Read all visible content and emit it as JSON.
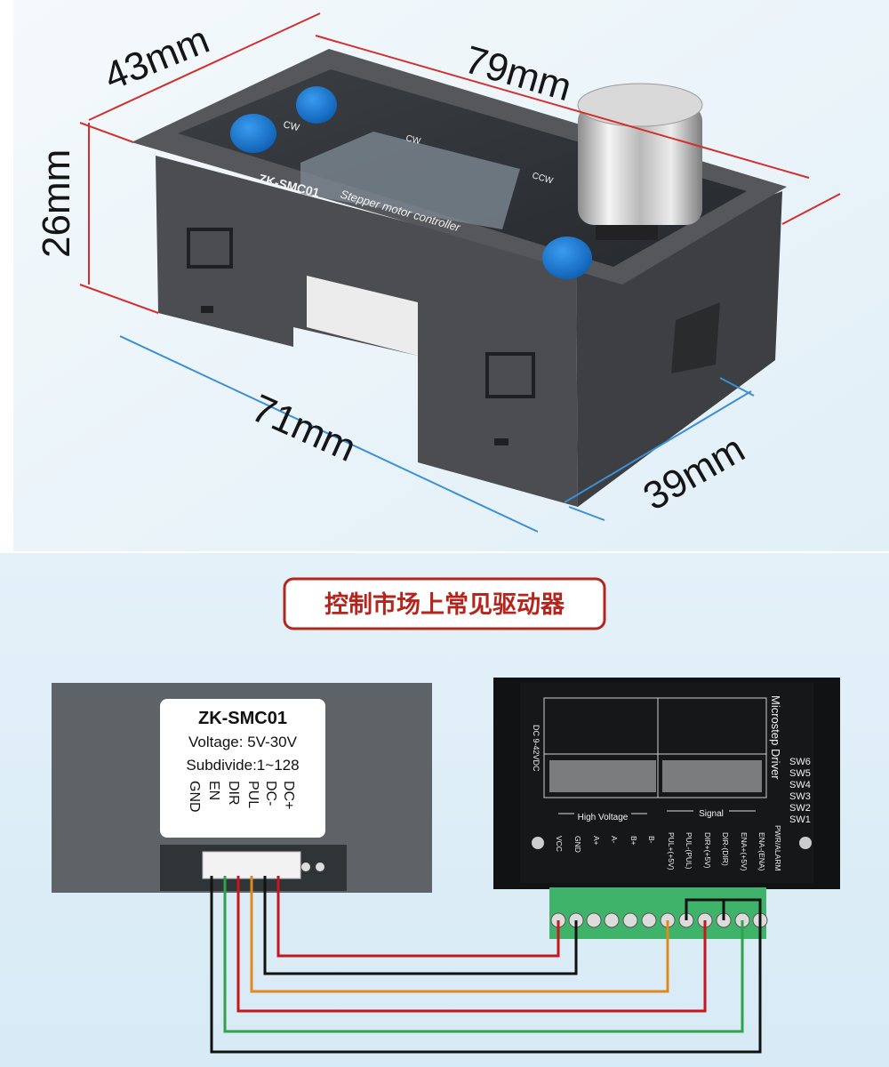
{
  "dimensions": {
    "width_top": "79mm",
    "depth_top": "43mm",
    "height": "26mm",
    "width_bottom": "71mm",
    "depth_bottom": "39mm"
  },
  "device_top": {
    "model": "ZK-SMC01",
    "subtitle": "Stepper motor controller",
    "cw_label": "CW",
    "ccw_label": "CCW"
  },
  "banner": {
    "text": "控制市场上常见驱动器",
    "color": "#b3261e"
  },
  "controller_label": {
    "model": "ZK-SMC01",
    "voltage": "Voltage: 5V-30V",
    "subdivide": "Subdivide:1~128",
    "pins": [
      "DC+",
      "DC-",
      "PUL",
      "DIR",
      "EN",
      "GND"
    ]
  },
  "driver": {
    "title": "Microstep Driver",
    "voltage": "DC 9-42VDC",
    "high_voltage_label": "High Voltage",
    "signal_label": "Signal",
    "switches": [
      "SW6",
      "SW5",
      "SW4",
      "SW3",
      "SW2",
      "SW1"
    ],
    "terminals": [
      "VCC",
      "GND",
      "A+",
      "A-",
      "B+",
      "B-",
      "PUL+(+5V)",
      "PUL-(PUL)",
      "DIR+(+5V)",
      "DIR-(DIR)",
      "ENA+(+5V)",
      "ENA-(ENA)"
    ],
    "pwr_alarm": "PWR/ALARM"
  },
  "wire_colors": {
    "red": "#c7161c",
    "black": "#111111",
    "orange": "#e08a1e",
    "green": "#2ea44a",
    "dim_red": "#d32f2f",
    "dim_blue": "#3a8fd6"
  }
}
